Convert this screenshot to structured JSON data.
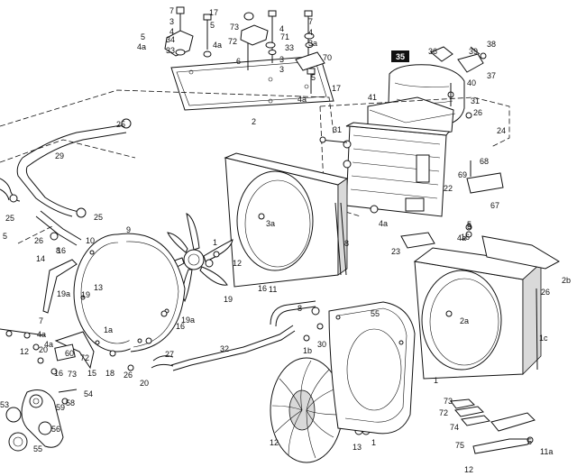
{
  "badge": "35",
  "callouts": [
    "7",
    "17",
    "3",
    "5",
    "4",
    "4a",
    "5",
    "33",
    "34",
    "4a",
    "73",
    "71",
    "72",
    "6",
    "33",
    "3",
    "7",
    "4",
    "3a",
    "70",
    "4",
    "3",
    "4a",
    "5",
    "17",
    "36",
    "39",
    "38",
    "40",
    "37",
    "41",
    "31",
    "26",
    "24",
    "25",
    "2",
    "29",
    "31",
    "22",
    "69",
    "68",
    "67",
    "25",
    "25",
    "9",
    "26",
    "16",
    "10",
    "5",
    "4a",
    "3a",
    "23",
    "8",
    "4a",
    "14",
    "19a",
    "19",
    "13",
    "12",
    "1",
    "11",
    "19",
    "19a",
    "16",
    "1a",
    "55",
    "2a",
    "2b",
    "26",
    "8",
    "1c",
    "1b",
    "30",
    "32",
    "27",
    "26",
    "20",
    "18",
    "15",
    "72",
    "73",
    "16",
    "60",
    "59",
    "58",
    "54",
    "53",
    "56",
    "55",
    "20",
    "12",
    "4a",
    "5",
    "16",
    "4a",
    "7",
    "73",
    "72",
    "74",
    "75",
    "12",
    "5",
    "11a",
    "12",
    "13",
    "1",
    "1",
    "16",
    "8",
    "5"
  ]
}
